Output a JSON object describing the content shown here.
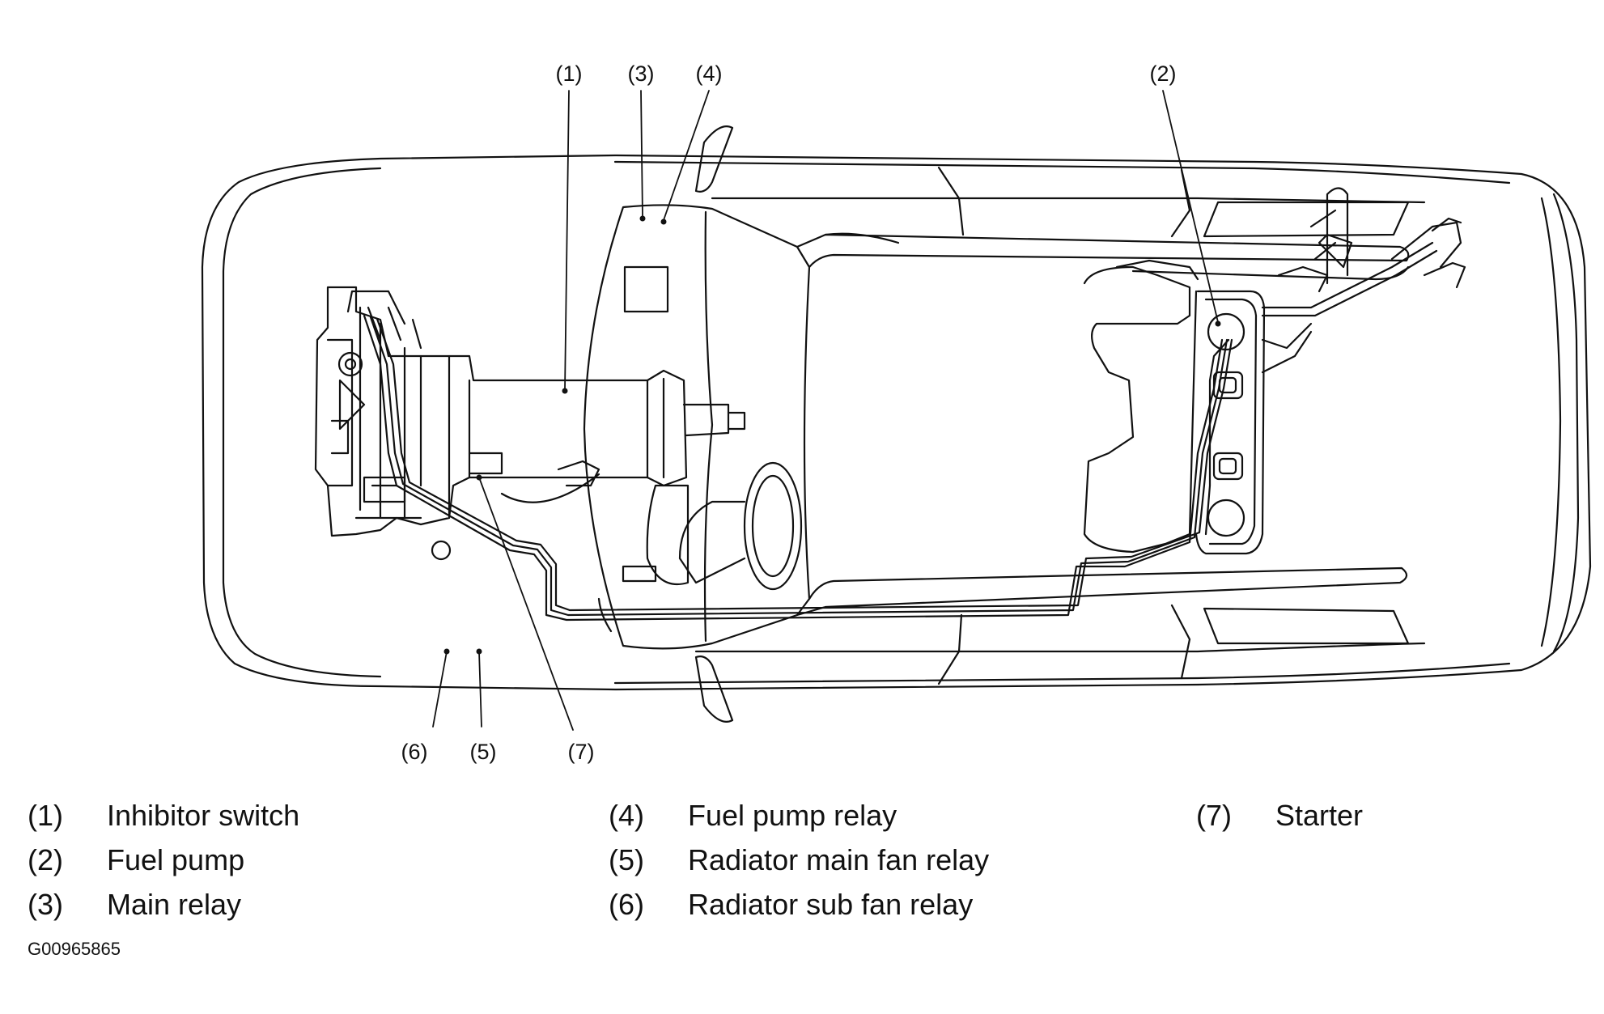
{
  "callouts": {
    "c1": "(1)",
    "c2": "(2)",
    "c3": "(3)",
    "c4": "(4)",
    "c5": "(5)",
    "c6": "(6)",
    "c7": "(7)"
  },
  "legend": [
    {
      "num": "(1)",
      "label": "Inhibitor switch"
    },
    {
      "num": "(2)",
      "label": "Fuel pump"
    },
    {
      "num": "(3)",
      "label": "Main relay"
    },
    {
      "num": "(4)",
      "label": "Fuel pump relay"
    },
    {
      "num": "(5)",
      "label": "Radiator main fan relay"
    },
    {
      "num": "(6)",
      "label": "Radiator sub fan relay"
    },
    {
      "num": "(7)",
      "label": "Starter"
    }
  ],
  "figure_id": "G00965865",
  "colors": {
    "line": "#111111",
    "background": "#ffffff"
  }
}
